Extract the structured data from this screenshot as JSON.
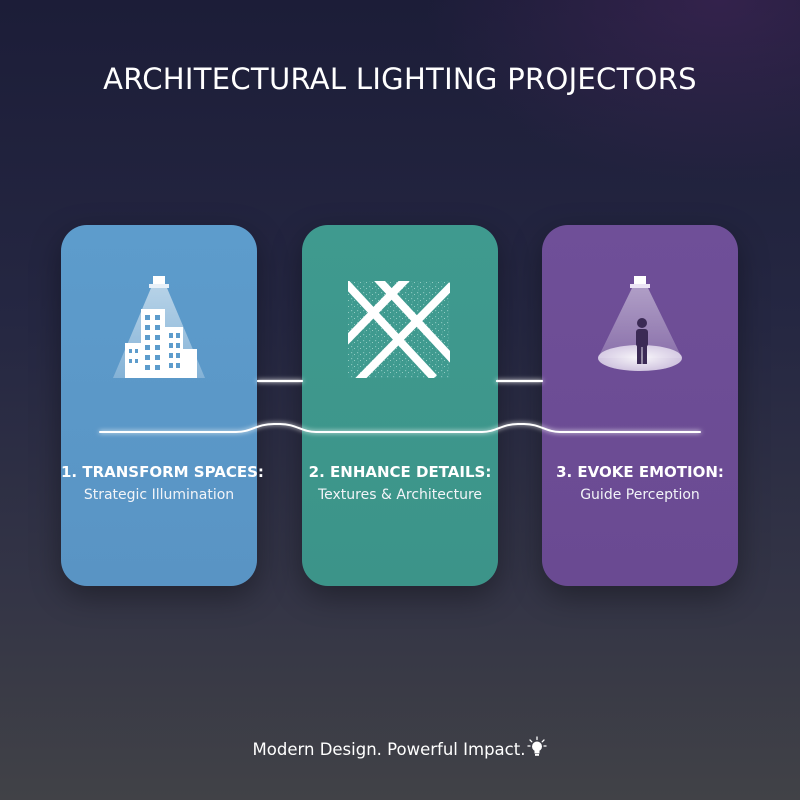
{
  "title": "ARCHITECTURAL LIGHTING PROJECTORS",
  "cards": [
    {
      "heading": "1. TRANSFORM SPACES:",
      "subtitle": "Strategic Illumination",
      "icon": "building-spotlight-icon",
      "color": "#5d9ccc"
    },
    {
      "heading": "2. ENHANCE DETAILS:",
      "subtitle": "Textures & Architecture",
      "icon": "textured-cross-pattern-icon",
      "color": "#3f9a8f"
    },
    {
      "heading": "3. EVOKE EMOTION:",
      "subtitle": "Guide Perception",
      "icon": "person-spotlight-icon",
      "color": "#6f4f98"
    }
  ],
  "tagline": "Modern Design. Powerful Impact.",
  "tagline_icon": "lightbulb-icon"
}
